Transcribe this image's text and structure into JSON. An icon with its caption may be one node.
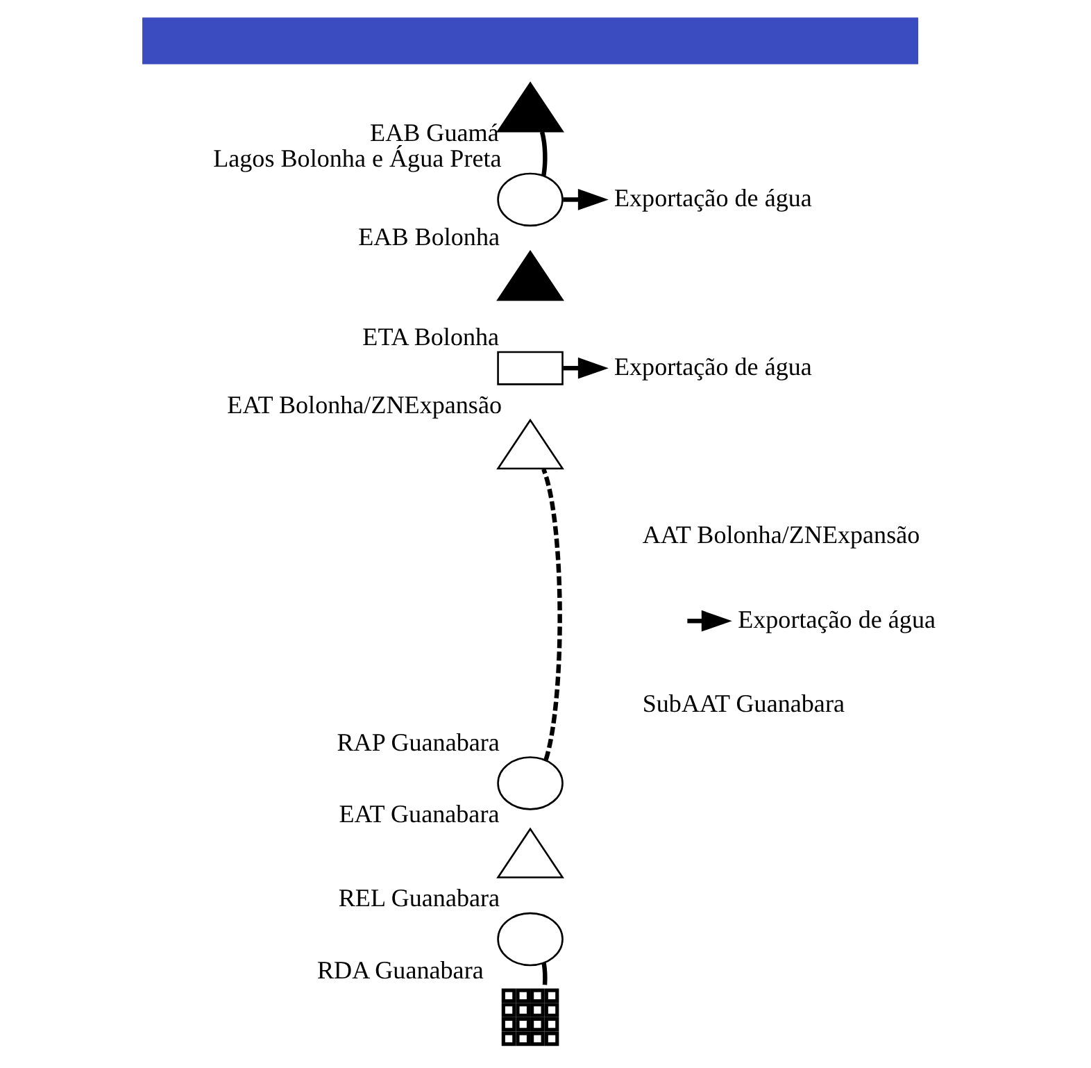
{
  "diagram": {
    "nodes": [
      {
        "text": [],
        "shape": "band"
      },
      {
        "text": [],
        "shape": "triangle",
        "beside": [
          "EAB Guamá"
        ]
      },
      {
        "text": [],
        "shape": "circle",
        "beside": [
          "Lagos Bolonha e Água Preta"
        ]
      },
      {
        "text": [
          "Exportação de água"
        ]
      },
      {
        "text": [],
        "shape": "triangle",
        "beside": [
          "EAB Bolonha"
        ]
      },
      {
        "text": [],
        "shape": "box",
        "beside": [
          "ETA Bolonha"
        ]
      },
      {
        "text": [
          "Exportação de água"
        ]
      },
      {
        "text": [],
        "shape": "triangle",
        "beside": [
          "EAT Bolonha/ZNExpansão"
        ]
      },
      {
        "text": [
          "Exportação de água"
        ]
      },
      {
        "text": [],
        "shape": "circle",
        "beside": [
          "RAP Guanabara"
        ]
      },
      {
        "text": [],
        "shape": "triangle",
        "beside": [
          "EAT Guanabara"
        ]
      },
      {
        "text": [],
        "shape": "circle",
        "beside": [
          "REL Guanabara"
        ]
      },
      {
        "text": [],
        "shape": "grid",
        "beside": [
          "RDA Guanabara"
        ]
      }
    ],
    "edges": [
      {
        "from": 2,
        "to": 1,
        "arrow": "none"
      },
      {
        "from": 2,
        "to": 3,
        "arrow": "to"
      },
      {
        "from": 5,
        "to": 6,
        "arrow": "to"
      },
      {
        "from": 9,
        "to": 7,
        "arrow": "none",
        "style": "dashed"
      },
      {
        "from": null,
        "to": 8,
        "arrow": "to"
      },
      {
        "from": 11,
        "to": 12,
        "arrow": "none"
      }
    ],
    "labels": [
      "AAT Bolonha/ZNExpansão",
      "SubAAT Guanabara"
    ]
  }
}
